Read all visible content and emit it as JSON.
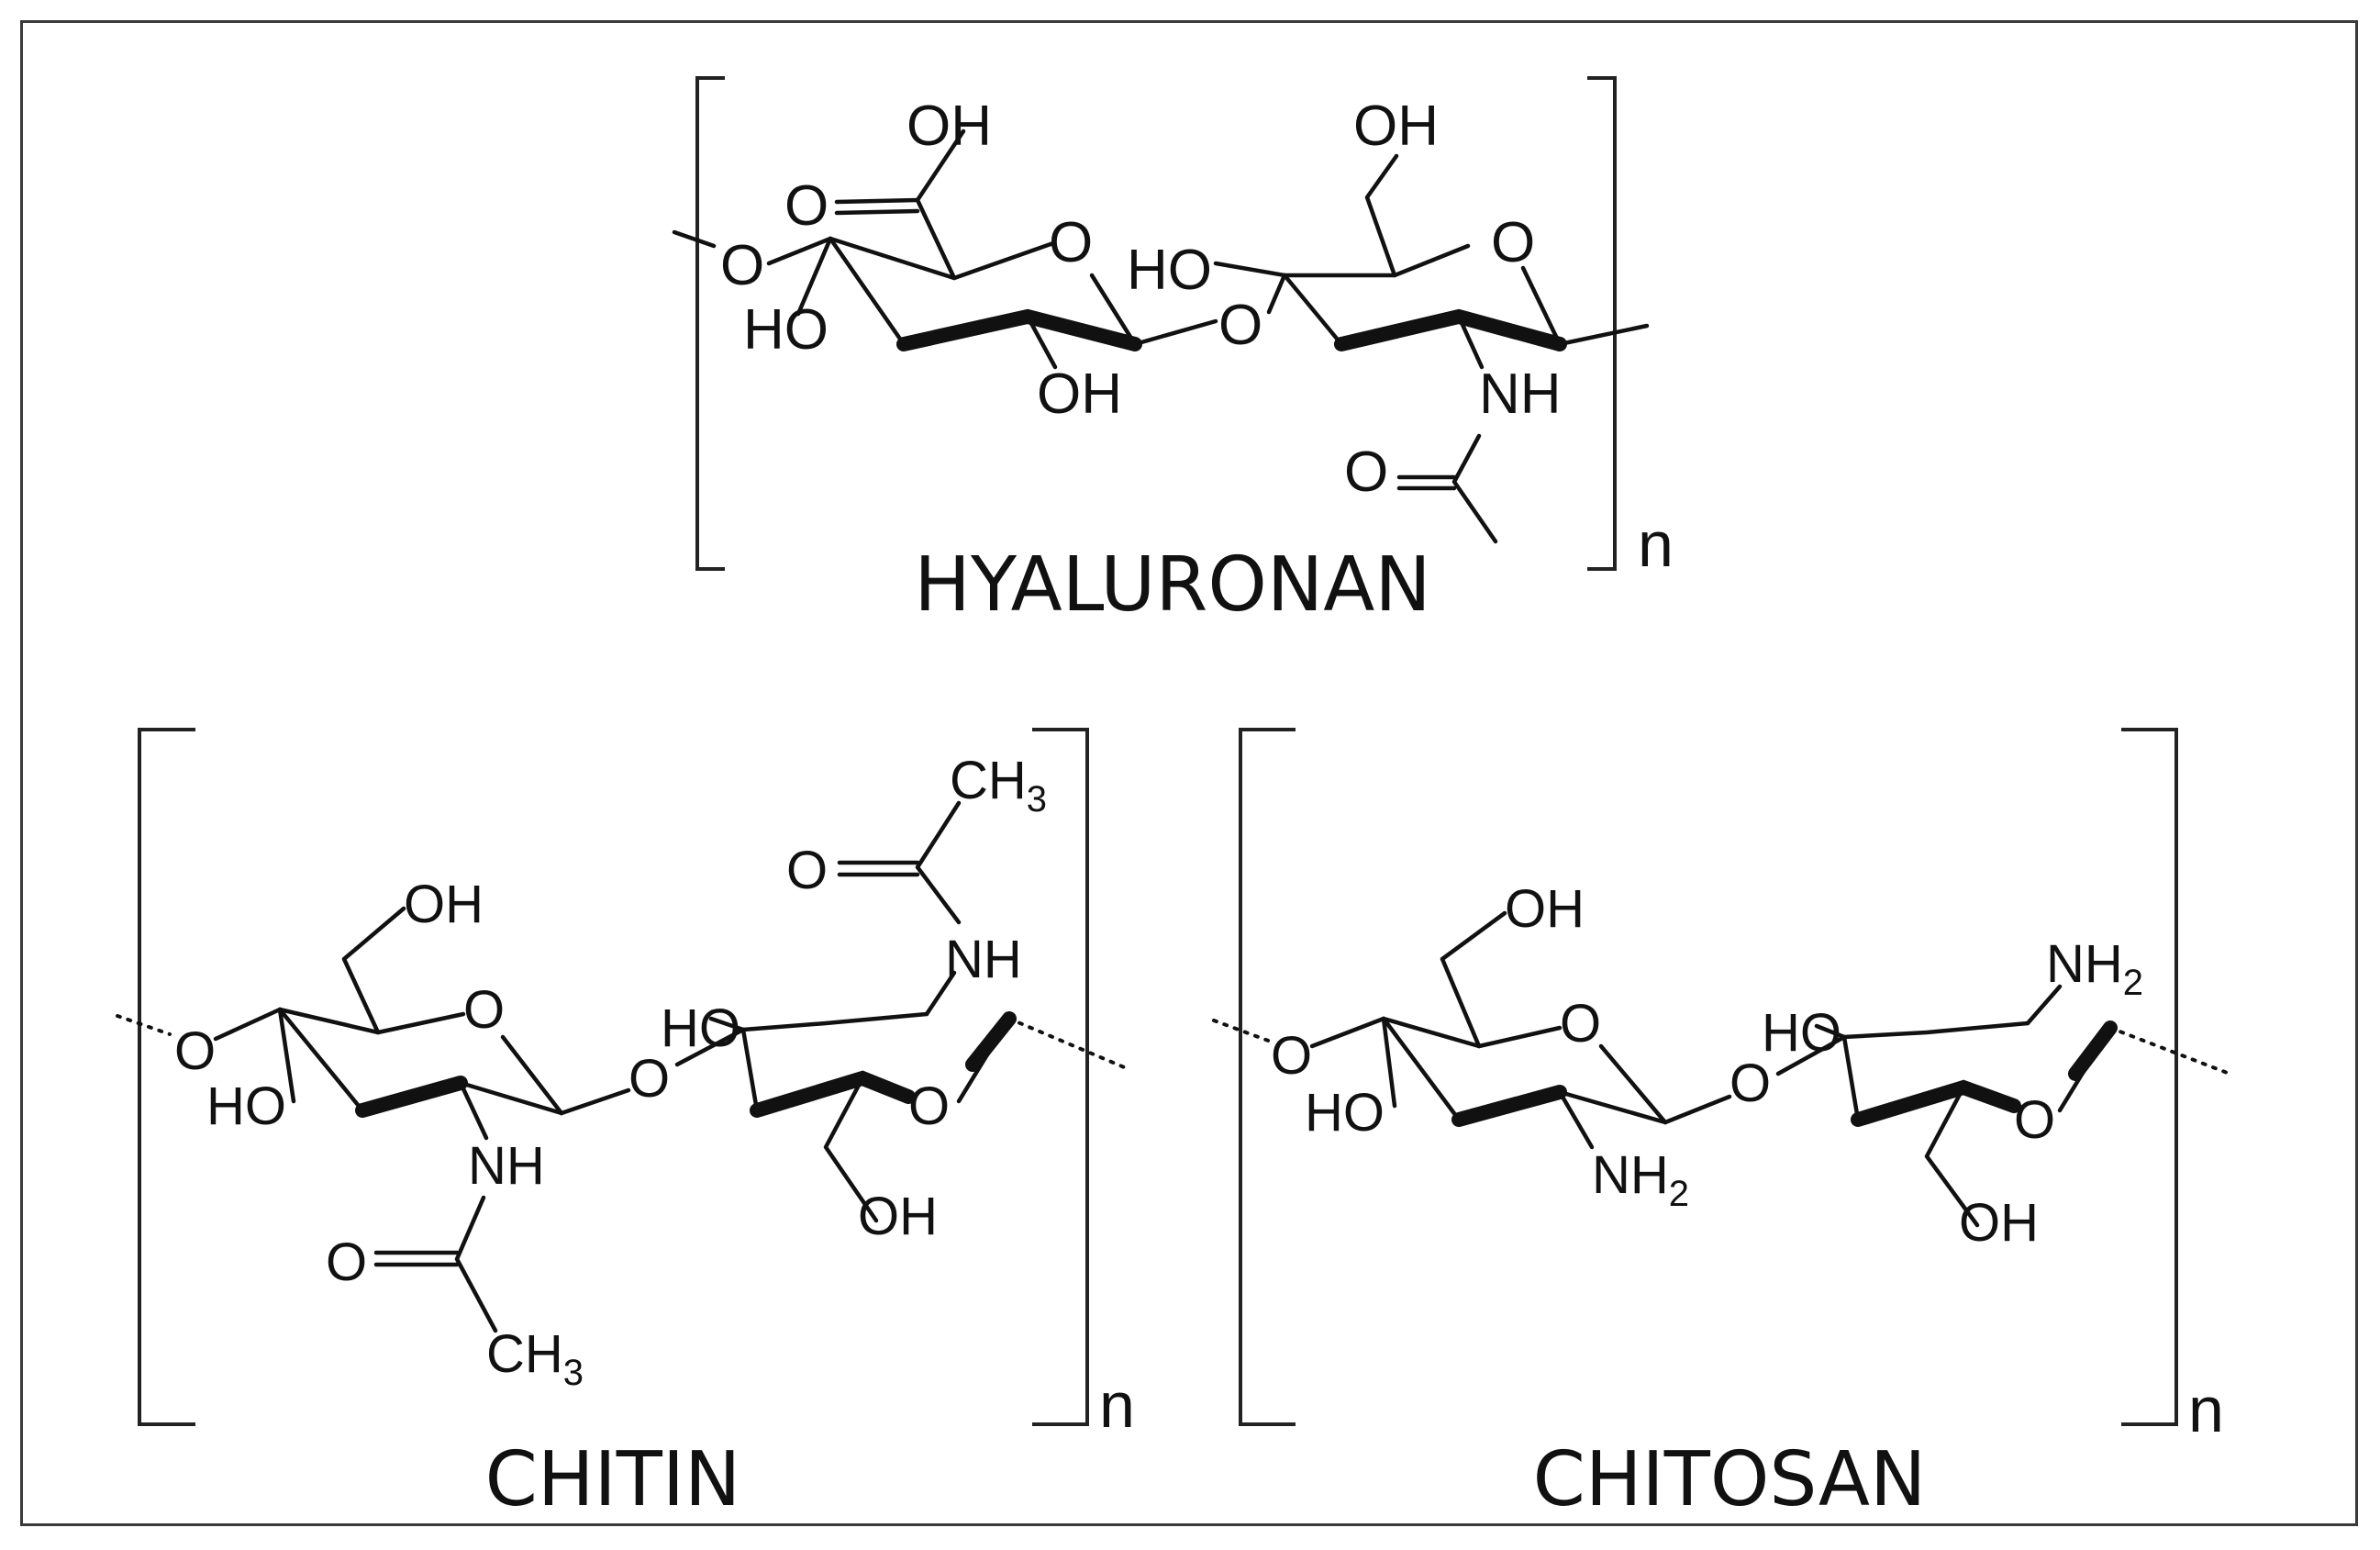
{
  "structures": [
    {
      "id": "hyaluronan",
      "name": "HYALURONAN",
      "repeat": "n",
      "atoms": {
        "carboxyl_oh": "OH",
        "carboxyl_o": "O",
        "ring1_o": "O",
        "left_link_o": "O",
        "ho_left": "HO",
        "oh_bottom": "OH",
        "glyco_o": "O",
        "ho_right": "HO",
        "ring2_o": "O",
        "ch2oh": "OH",
        "nh": "NH",
        "acetyl_o": "O"
      }
    },
    {
      "id": "chitin",
      "name": "CHITIN",
      "repeat": "n",
      "atoms": {
        "ch2oh_top": "OH",
        "left_link_o": "O",
        "ring1_o": "O",
        "ho_left": "HO",
        "nh_bottom": "NH",
        "acetyl_o_bottom": "O",
        "ch3_bottom": "CH",
        "glyco_o": "O",
        "ho_right": "HO",
        "ring2_o": "O",
        "ch2oh_bottom": "OH",
        "nh_top": "NH",
        "acetyl_o_top": "O",
        "ch3_top": "CH",
        "sub3": "3"
      }
    },
    {
      "id": "chitosan",
      "name": "CHITOSAN",
      "repeat": "n",
      "atoms": {
        "ch2oh_top": "OH",
        "left_link_o": "O",
        "ring1_o": "O",
        "ho_left": "HO",
        "nh2_bottom": "NH",
        "glyco_o": "O",
        "ho_right": "HO",
        "ring2_o": "O",
        "ch2oh_bottom": "OH",
        "nh2_top": "NH",
        "sub2": "2"
      }
    }
  ]
}
